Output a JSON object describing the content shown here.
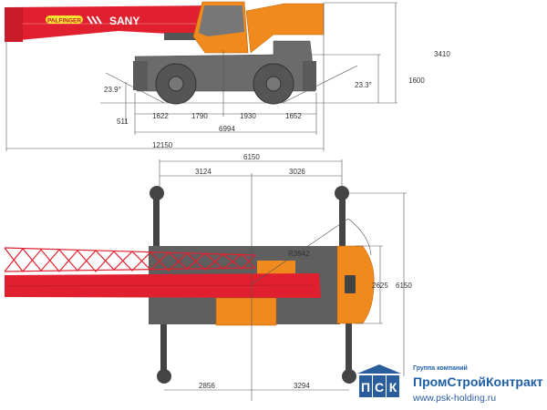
{
  "side_view": {
    "brand_palfinger": "PALFINGER",
    "brand_sany": "SANY",
    "dims": {
      "d1622": "1622",
      "d1790": "1790",
      "d1930": "1930",
      "d1652": "1652",
      "d6994": "6994",
      "d12150": "12150",
      "d3410": "3410",
      "d1600": "1600",
      "d511": "511",
      "angle_front": "23.9°",
      "angle_rear": "23.3°"
    }
  },
  "top_view": {
    "dims": {
      "d6150_h": "6150",
      "d3124": "3124",
      "d3026": "3026",
      "d2625": "2625",
      "d6150_v": "6150",
      "d2856": "2856",
      "d3294": "3294",
      "radius": "R3942"
    }
  },
  "logo": {
    "mark": "ПСК",
    "group": "Группа компаний",
    "company": "ПромСтройКонтракт",
    "url": "www.psk-holding.ru"
  },
  "colors": {
    "boom_red": "#e0202f",
    "orange": "#f08a1c",
    "chassis_gray": "#666666",
    "logo_blue": "#1f5fa8"
  }
}
